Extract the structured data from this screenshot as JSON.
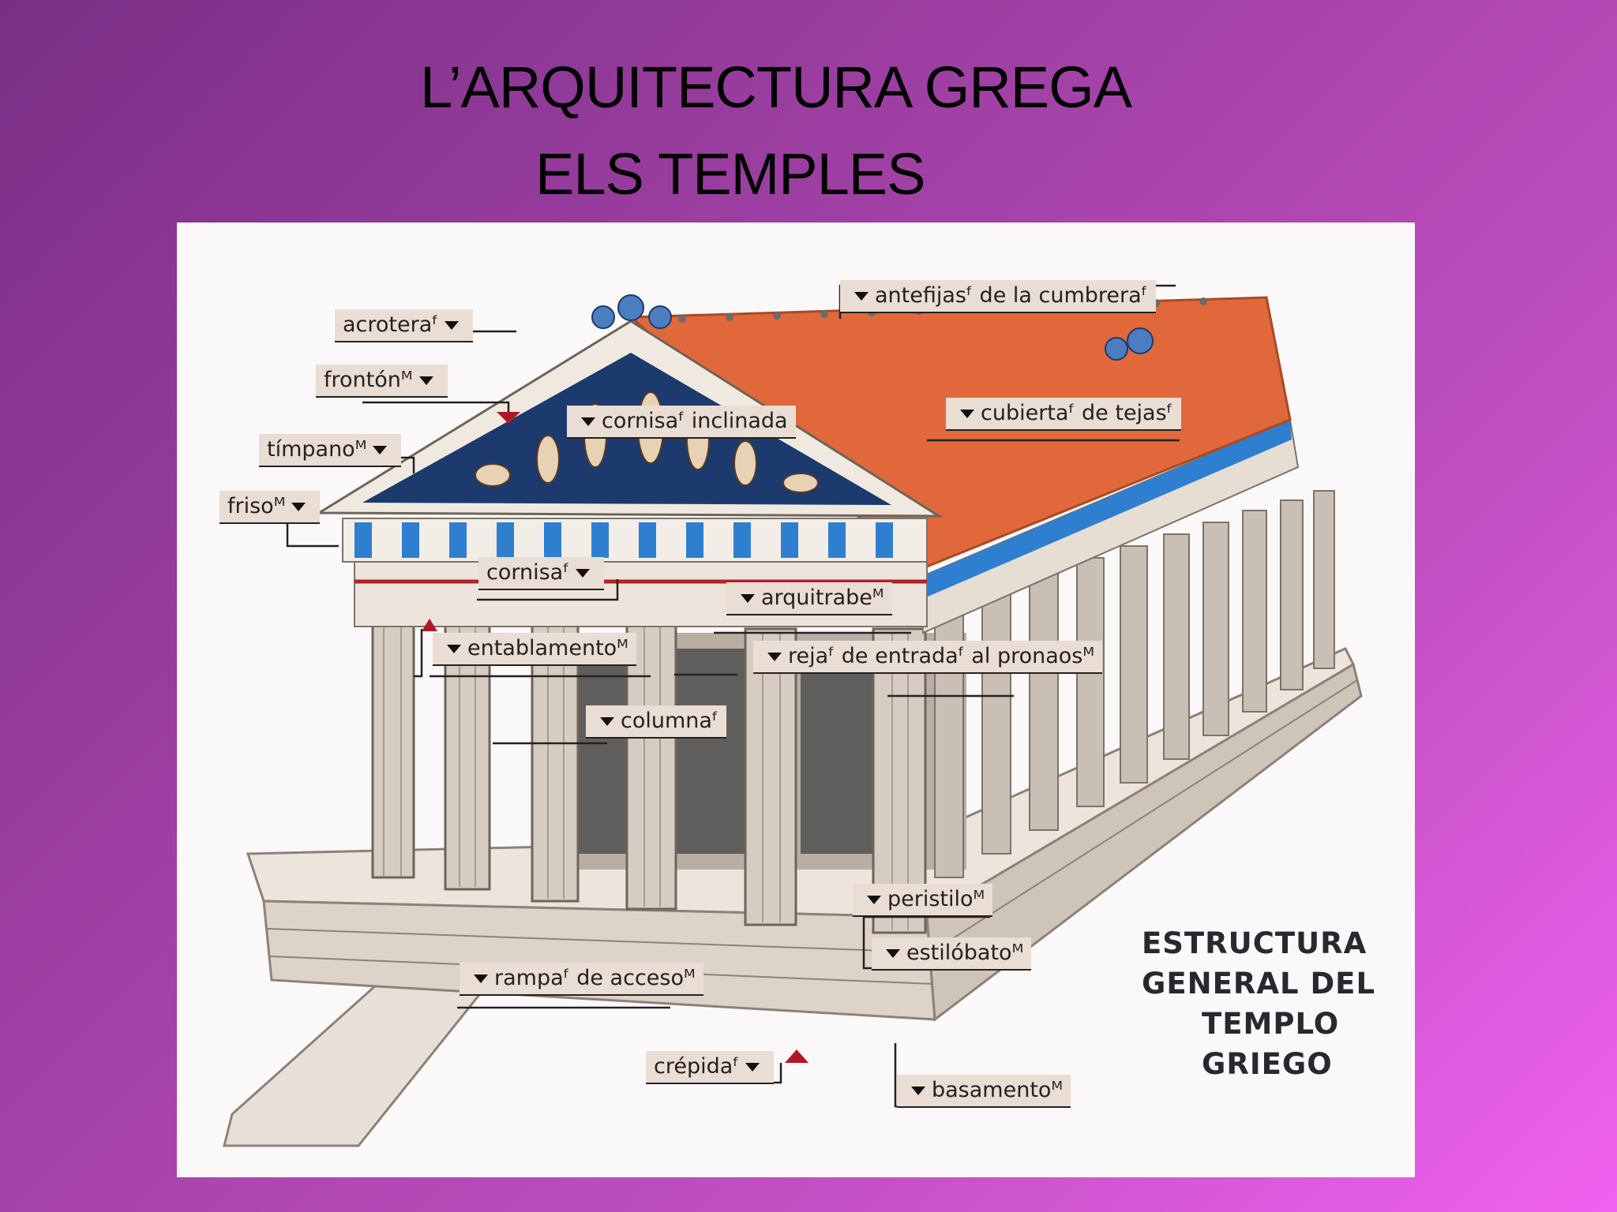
{
  "slide": {
    "title_line1": "L’ARQUITECTURA GREGA",
    "title_line2": "ELS TEMPLES"
  },
  "diagram": {
    "caption": [
      "ESTRUCTURA",
      "GENERAL DEL",
      "TEMPLO",
      "GRIEGO"
    ],
    "labels": {
      "acrotera": "acroteraᶠ",
      "fronton": "frontónᴹ",
      "timpano": "tímpanoᴹ",
      "friso": "frisoᴹ",
      "cornisa_inclinada": "cornisaᶠ inclinada",
      "antefijas": "antefijasᶠ de la cumbreraᶠ",
      "cubierta": "cubiertaᶠ de tejasᶠ",
      "cornisa": "cornisaᶠ",
      "arquitrabe": "arquitrabeᴹ",
      "entablamento": "entablamentoᴹ",
      "reja": "rejaᶠ de entradaᶠ al pronaosᴹ",
      "columna": "columnaᶠ",
      "peristilo": "peristiloᴹ",
      "estilobato": "estilóbatoᴹ",
      "rampa": "rampaᶠ de accesoᴹ",
      "crepida": "crépidaᶠ",
      "basamento": "basamentoᴹ"
    },
    "colors": {
      "roof": "#e0683a",
      "frieze_blue": "#2f7fd0",
      "pediment_blue": "#1c3a6e",
      "stone": "#d9cfc4"
    }
  }
}
